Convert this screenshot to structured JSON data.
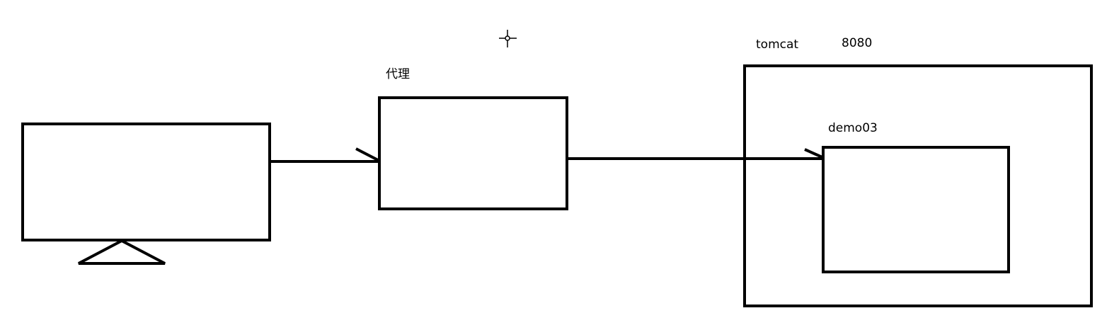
{
  "labels": {
    "proxy": "代理",
    "server": "tomcat",
    "port": "8080",
    "app": "demo03"
  },
  "colors": {
    "stroke": "#000000",
    "background": "#ffffff"
  },
  "icons": {
    "cursor": "crosshair-cursor-icon"
  }
}
